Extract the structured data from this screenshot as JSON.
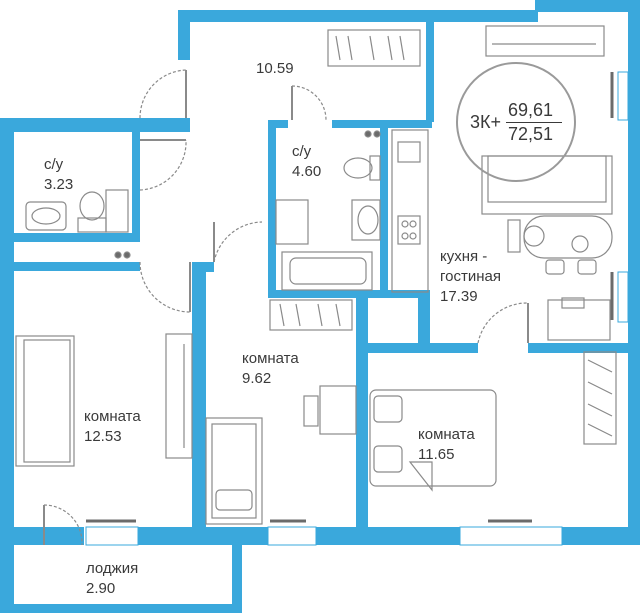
{
  "plan": {
    "wall_color": "#3aa8dc",
    "furniture_color": "#8a8a8a",
    "window_color": "#6b6b6b",
    "badge": {
      "type": "3К+",
      "living_area": "69,61",
      "total_area": "72,51"
    },
    "rooms": [
      {
        "id": "hall",
        "name": "",
        "area": "10.59"
      },
      {
        "id": "bath1",
        "name": "с/у",
        "area": "3.23"
      },
      {
        "id": "bath2",
        "name": "с/у",
        "area": "4.60"
      },
      {
        "id": "kitchen",
        "name_line1": "кухня -",
        "name_line2": "гостиная",
        "area": "17.39"
      },
      {
        "id": "room1",
        "name": "комната",
        "area": "12.53"
      },
      {
        "id": "room2",
        "name": "комната",
        "area": "9.62"
      },
      {
        "id": "room3",
        "name": "комната",
        "area": "11.65"
      },
      {
        "id": "loggia",
        "name": "лоджия",
        "area": "2.90"
      }
    ]
  }
}
